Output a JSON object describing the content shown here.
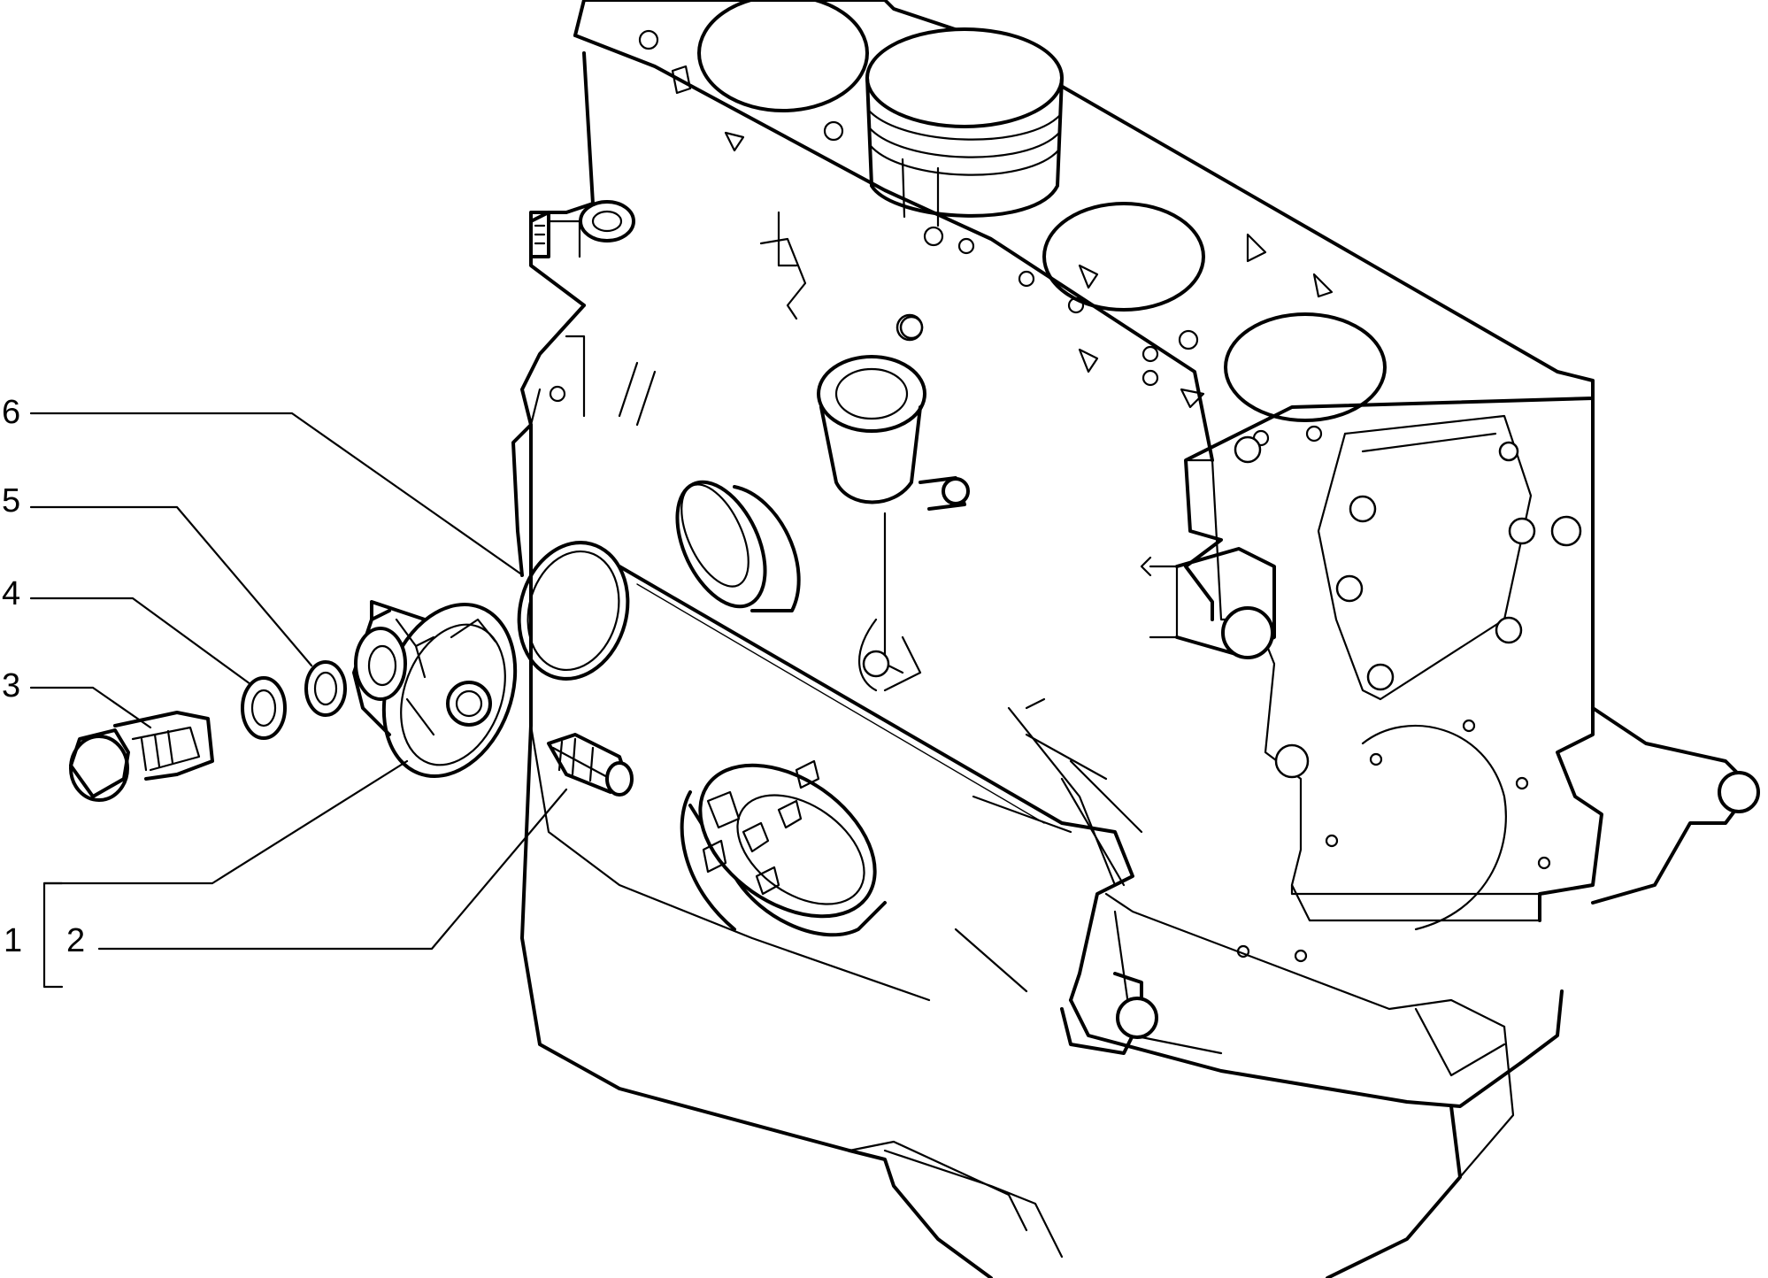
{
  "diagram": {
    "callouts": [
      {
        "id": "6",
        "label": "6"
      },
      {
        "id": "5",
        "label": "5"
      },
      {
        "id": "4",
        "label": "4"
      },
      {
        "id": "3",
        "label": "3"
      },
      {
        "id": "1",
        "label": "1"
      },
      {
        "id": "2",
        "label": "2"
      }
    ]
  }
}
